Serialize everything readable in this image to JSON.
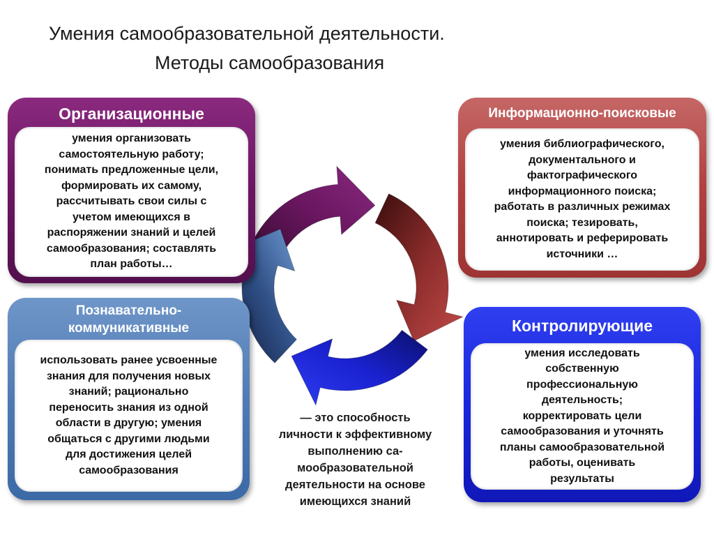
{
  "title": {
    "line1": "Умения самообразовательной деятельности.",
    "line2": "Методы самообразования"
  },
  "panels": {
    "organizational": {
      "header": "Организационные",
      "body": "умения организовать\nсамостоятельную работу;\nпонимать предложенные цели,\nформировать их самому,\nрассчитывать свои силы с\nучетом имеющихся в\nраспоряжении знаний и целей\nсамообразования; составлять\nплан работы…",
      "color": "#6e1565"
    },
    "info_search": {
      "header": "Информационно-поисковые",
      "body": "умения библиографического,\nдокументального и\nфактографического\nинформационного поиска;\nработать в различных режимах\nпоиска; тезировать,\nаннотировать и реферировать\nисточники …",
      "color": "#b2403f"
    },
    "cognitive": {
      "header": "Познавательно-\nкоммуникативные",
      "body": "использовать ранее усвоенные\nзнания для получения новых\nзнаний; рационально\nпереносить знания из одной\nобласти в другую; умения\nобщаться с другими людьми\nдля достижения целей\nсамообразования",
      "color": "#4f7ab4"
    },
    "controlling": {
      "header": "Контролирующие",
      "body": "умения исследовать\nсобственную\nпрофессиональную\nдеятельность;\nкорректировать цели\nсамообразования и уточнять\nпланы самообразовательной\nработы, оценивать\nрезультаты",
      "color": "#1a26dc"
    }
  },
  "definition": "— это способность\nличности к эффективному\nвыполнению са-\nмообразовательной\nдеятельности на основе\nимеющихся знаний",
  "arrow_colors": {
    "purple": "#6a1660",
    "red": "#a33a38",
    "blue": "#1a22d0",
    "steel": "#4a76b0"
  }
}
